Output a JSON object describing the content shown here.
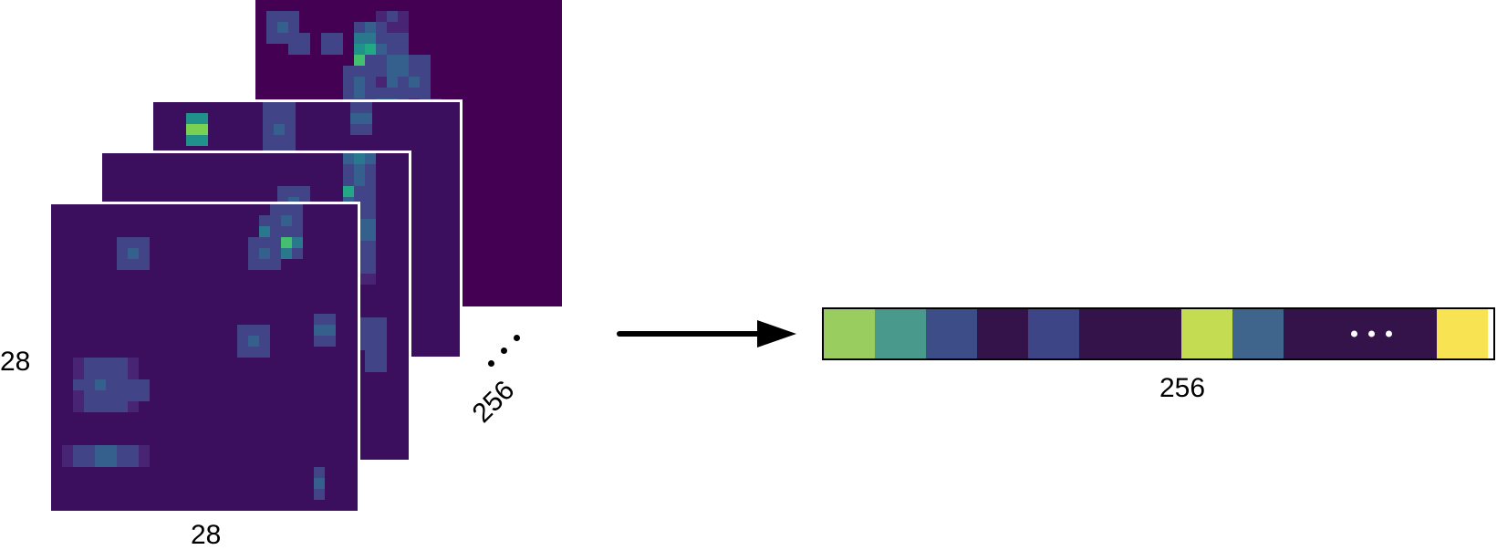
{
  "feature_maps": {
    "height_label": "28",
    "width_label": "28",
    "channels_label": "256"
  },
  "output_vector": {
    "length_label": "256"
  },
  "colors": {
    "background_dark": "#440154",
    "background_mid": "#3b0f5e",
    "viridis": [
      "#440154",
      "#482475",
      "#414487",
      "#355f8d",
      "#2a788e",
      "#21918c",
      "#22a884",
      "#44bf70",
      "#7ad151",
      "#bddf26",
      "#fde725"
    ],
    "vector_cells": [
      "#9acd5f",
      "#4a998d",
      "#3d4d87",
      "#331349",
      "#3e4587",
      "#331349",
      "#331349",
      "#c4dc51",
      "#3f658c",
      "#331349",
      "#331349",
      "#331349",
      "#f8e352"
    ]
  }
}
